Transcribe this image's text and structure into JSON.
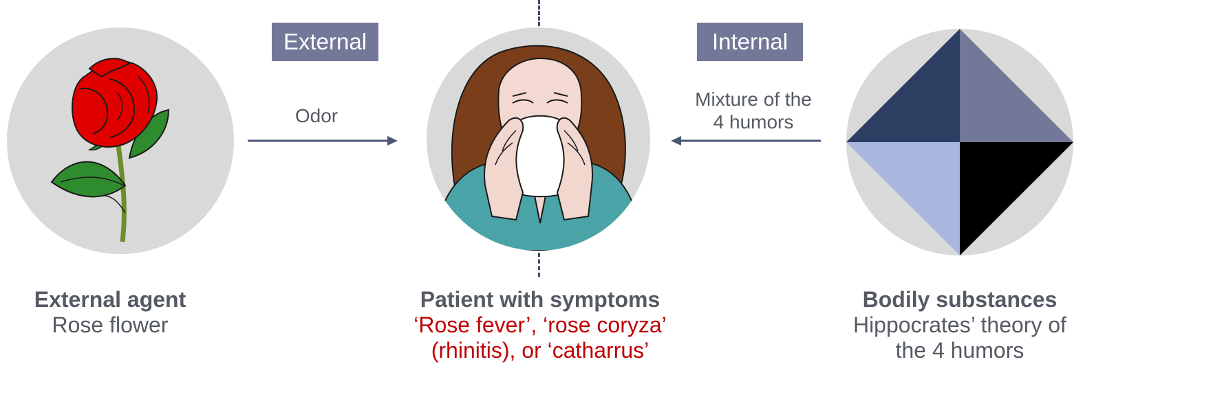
{
  "tags": {
    "external": "External",
    "internal": "Internal"
  },
  "arrows": {
    "left_label": "Odor",
    "right_label_line1": "Mixture of the",
    "right_label_line2": "4 humors"
  },
  "captions": {
    "left_title": "External agent",
    "left_sub": "Rose flower",
    "center_title": "Patient with symptoms",
    "center_sub_line1": "‘Rose fever’, ‘rose coryza’",
    "center_sub_line2": "(rhinitis), or ‘catharrus’",
    "right_title": "Bodily substances",
    "right_sub_line1": "Hippocrates’ theory of",
    "right_sub_line2": "the 4 humors"
  },
  "colors": {
    "circle_bg": "#d9d9d9",
    "tag_bg": "#737898",
    "arrow": "#4a5674",
    "caption_red": "#c00000",
    "humor_top_left": "#2d3e63",
    "humor_top_right": "#737898",
    "humor_bottom_left": "#aab6de",
    "humor_bottom_right": "#000000"
  },
  "icons": {
    "left": "rose-flower-icon",
    "center": "sneezing-patient-icon",
    "right": "four-humors-diamond-icon"
  }
}
